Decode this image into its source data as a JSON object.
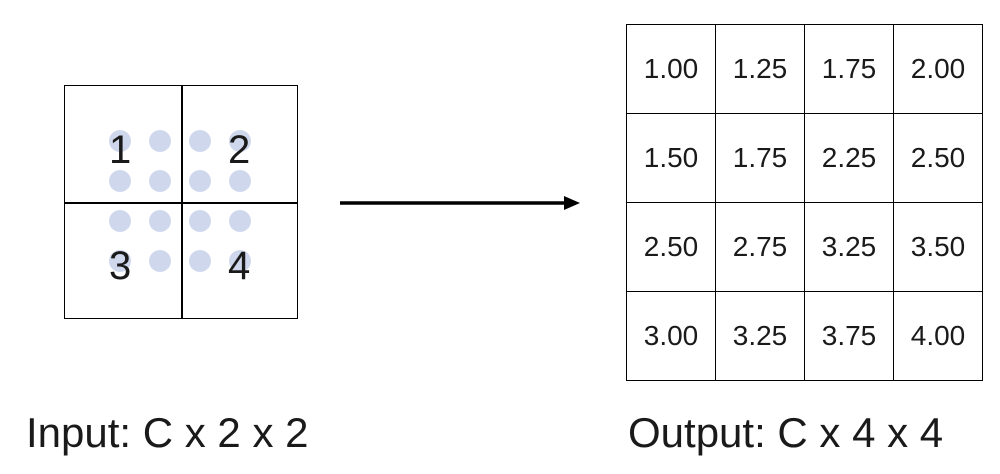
{
  "input": {
    "values": [
      "1",
      "2",
      "3",
      "4"
    ],
    "label": "Input: C x 2 x 2"
  },
  "output": {
    "rows": [
      [
        "1.00",
        "1.25",
        "1.75",
        "2.00"
      ],
      [
        "1.50",
        "1.75",
        "2.25",
        "2.50"
      ],
      [
        "2.50",
        "2.75",
        "3.25",
        "3.50"
      ],
      [
        "3.00",
        "3.25",
        "3.75",
        "4.00"
      ]
    ],
    "label": "Output: C x 4 x 4"
  },
  "colors": {
    "sample_dot": "#c9d3ea",
    "grid_line": "#000000"
  }
}
